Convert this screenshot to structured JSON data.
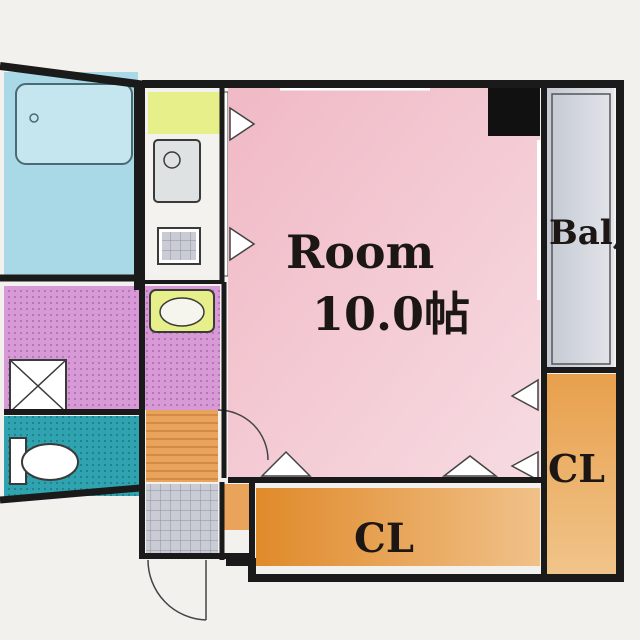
{
  "floor_plan": {
    "main_room": {
      "label": "Room",
      "size": "10.0帖",
      "color": "#f2c6d0"
    },
    "balcony": {
      "label": "Bal,"
    },
    "closet_main": {
      "label": "CL"
    },
    "closet_side": {
      "label": "CL"
    },
    "colors": {
      "wall": "#1a1a1a",
      "bath": "#a9d8e6",
      "kitchen_top": "#e6ef8a",
      "washroom": "#d79ad6",
      "toilet": "#2fa3b0",
      "entrance": "#e9a55c",
      "closet": "#e49433",
      "balcony": "#c8cdd6",
      "tile": "#b9bcc5"
    }
  }
}
